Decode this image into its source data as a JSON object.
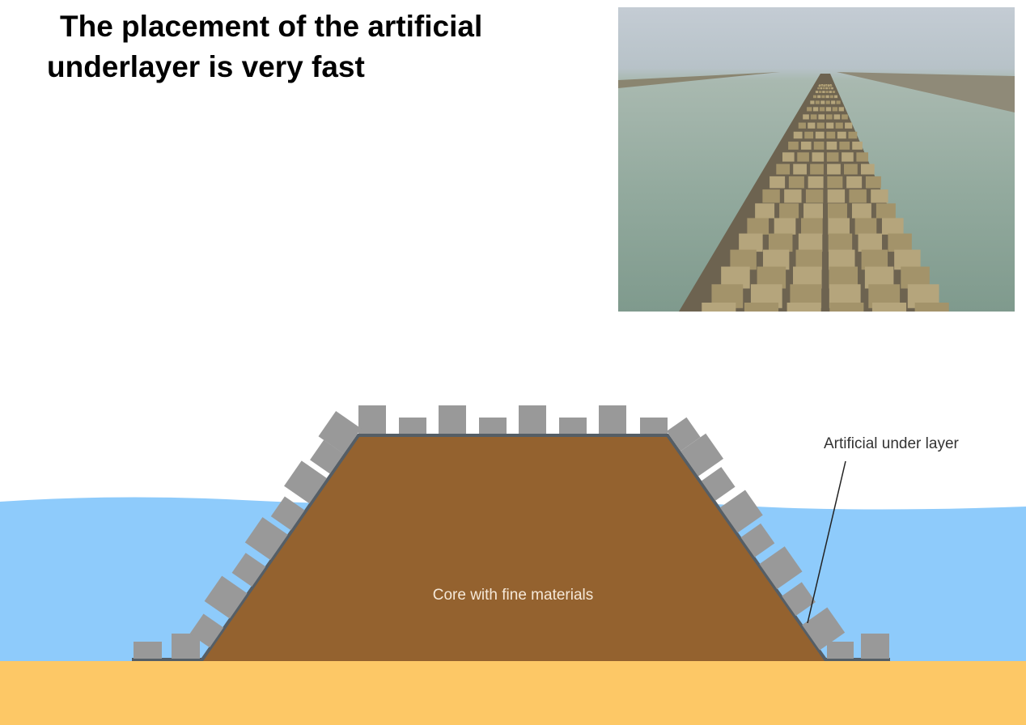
{
  "title": {
    "line1": "The placement of the artificial",
    "line2": "underlayer is very fast"
  },
  "diagram": {
    "core_label": "Core with fine materials",
    "underlayer_label": "Artificial under layer",
    "colors": {
      "water": "#8ecbfb",
      "sand": "#fdc866",
      "core": "#94622f",
      "block": "#999999",
      "line": "#555e66"
    }
  },
  "photo": {
    "subject": "breakwater-with-concrete-blocks-photo"
  }
}
